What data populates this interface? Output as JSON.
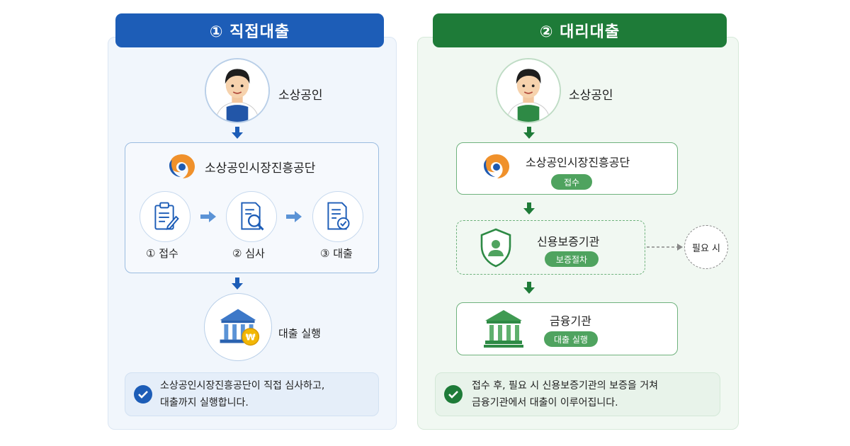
{
  "left": {
    "tab_label": "① 직접대출",
    "applicant_label": "소상공인",
    "agency_name": "소상공인시장진흥공단",
    "steps": [
      {
        "label": "① 접수"
      },
      {
        "label": "② 심사"
      },
      {
        "label": "③ 대출"
      }
    ],
    "execution_label": "대출 실행",
    "note_line1": "소상공인시장진흥공단이 직접 심사하고,",
    "note_line2": "대출까지 실행합니다."
  },
  "right": {
    "tab_label": "② 대리대출",
    "applicant_label": "소상공인",
    "agency_name": "소상공인시장진흥공단",
    "agency_badge": "접수",
    "guarantor_name": "신용보증기관",
    "guarantor_badge": "보증절차",
    "optional_label": "필요 시",
    "bank_name": "금융기관",
    "bank_badge": "대출 실행",
    "note_line1": "접수 후, 필요 시 신용보증기관의 보증을 거쳐",
    "note_line2": "금융기관에서 대출이 이루어집니다."
  },
  "colors": {
    "blue_accent": "#1d5db7",
    "green_accent": "#1e7b38",
    "coin_gold": "#f2b705"
  },
  "icons": [
    "person-icon",
    "agency-logo-icon",
    "clipboard-icon",
    "document-search-icon",
    "document-check-icon",
    "bank-icon",
    "won-coin-icon",
    "shield-person-icon",
    "check-circle-icon",
    "arrow-down-icon",
    "arrow-right-icon"
  ]
}
